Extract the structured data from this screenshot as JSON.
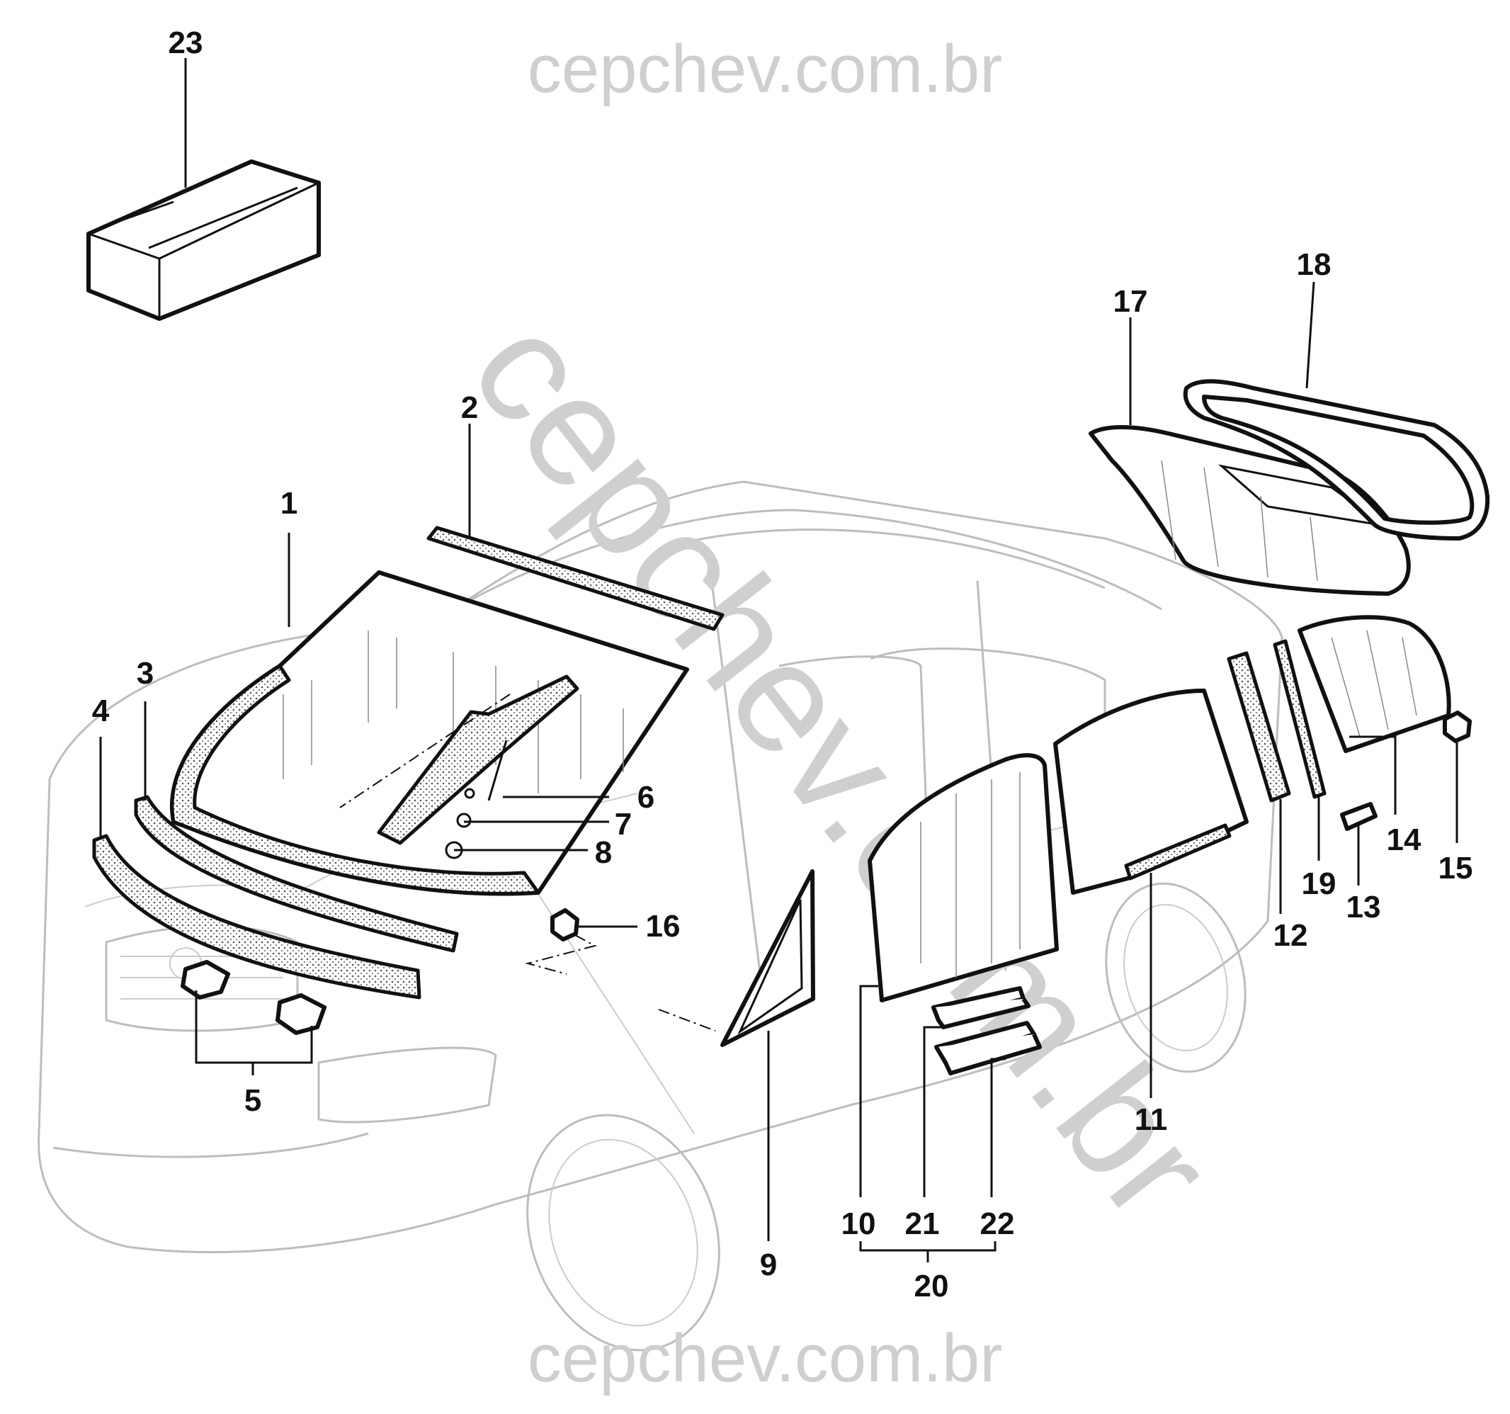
{
  "watermark": {
    "top": "cepchev.com.br",
    "diagonal": "cepchev.com.br",
    "bottom": "cepchev.com.br",
    "color": "#cfcfcf"
  },
  "callouts": [
    "1",
    "2",
    "3",
    "4",
    "5",
    "6",
    "7",
    "8",
    "9",
    "10",
    "11",
    "12",
    "13",
    "14",
    "15",
    "16",
    "17",
    "18",
    "19",
    "20",
    "21",
    "22",
    "23"
  ],
  "colors": {
    "line": "#111111",
    "ghost": "#bdbdbd",
    "background": "#ffffff"
  }
}
